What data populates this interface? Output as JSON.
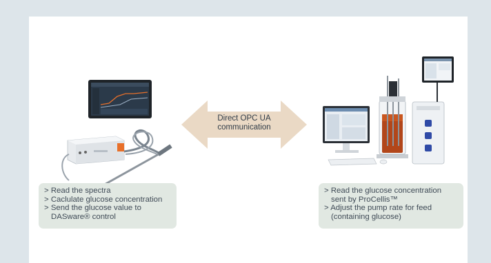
{
  "arrow": {
    "line1": "Direct OPC UA",
    "line2": "communication",
    "color": "#ead9c5"
  },
  "left_box": {
    "items": [
      "> Read the spectra",
      "> Caclulate glucose concentration",
      "> Send the glucose value to",
      "DASware® control"
    ]
  },
  "right_box": {
    "items": [
      "> Read the glucose concentration",
      "sent by ProCellis™",
      "> Adjust the pump rate for feed",
      "(containing glucose)"
    ]
  },
  "colors": {
    "page_bg": "#dde5ea",
    "panel_bg": "#ffffff",
    "box_bg": "#e1e8e2",
    "accent_orange": "#e8702a"
  }
}
